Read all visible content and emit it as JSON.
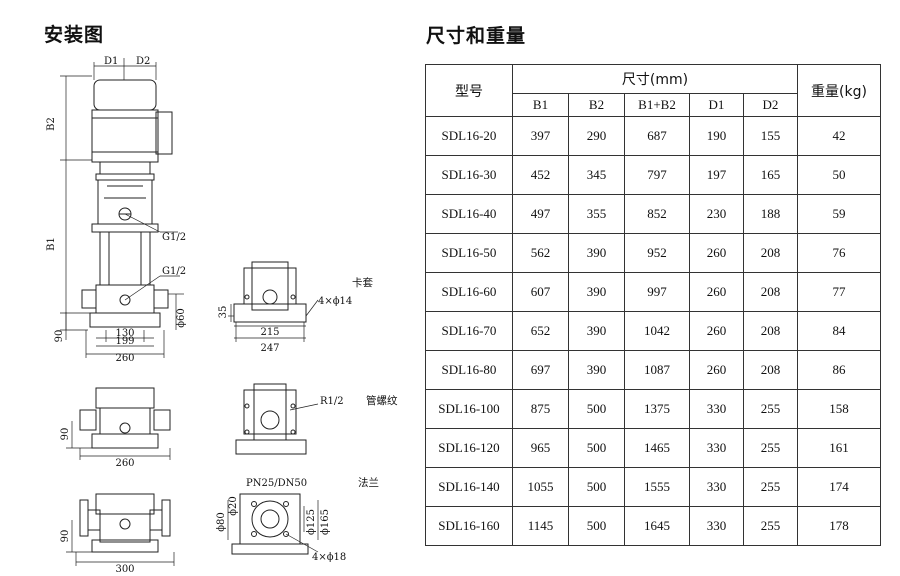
{
  "left_title": "安装图",
  "right_title": "尺寸和重量",
  "drawing": {
    "d1": "D1",
    "d2": "D2",
    "b1": "B1",
    "b2": "B2",
    "g_half": "G1/2",
    "dim_90": "90",
    "dim_130": "130",
    "dim_199": "199",
    "dim_260": "260",
    "dim_60": "ϕ60",
    "dim_35": "35",
    "dim_215": "215",
    "dim_247": "247",
    "hole_14": "4×ϕ14",
    "clamp": "卡套",
    "thread": "管螺纹",
    "r12": "R1/2",
    "flange": "法兰",
    "dim_300": "300",
    "pn": "PN25/DN50",
    "dim_20": "ϕ20",
    "dim_80": "ϕ80",
    "dim_125": "ϕ125",
    "dim_165": "ϕ165",
    "hole_18": "4×ϕ18"
  },
  "table": {
    "col_model": "型号",
    "col_size": "尺寸(mm)",
    "col_weight": "重量(kg)",
    "sub": [
      "B1",
      "B2",
      "B1+B2",
      "D1",
      "D2"
    ],
    "rows": [
      {
        "model": "SDL16-20",
        "b1": "397",
        "b2": "290",
        "b12": "687",
        "d1": "190",
        "d2": "155",
        "w": "42"
      },
      {
        "model": "SDL16-30",
        "b1": "452",
        "b2": "345",
        "b12": "797",
        "d1": "197",
        "d2": "165",
        "w": "50"
      },
      {
        "model": "SDL16-40",
        "b1": "497",
        "b2": "355",
        "b12": "852",
        "d1": "230",
        "d2": "188",
        "w": "59"
      },
      {
        "model": "SDL16-50",
        "b1": "562",
        "b2": "390",
        "b12": "952",
        "d1": "260",
        "d2": "208",
        "w": "76"
      },
      {
        "model": "SDL16-60",
        "b1": "607",
        "b2": "390",
        "b12": "997",
        "d1": "260",
        "d2": "208",
        "w": "77"
      },
      {
        "model": "SDL16-70",
        "b1": "652",
        "b2": "390",
        "b12": "1042",
        "d1": "260",
        "d2": "208",
        "w": "84"
      },
      {
        "model": "SDL16-80",
        "b1": "697",
        "b2": "390",
        "b12": "1087",
        "d1": "260",
        "d2": "208",
        "w": "86"
      },
      {
        "model": "SDL16-100",
        "b1": "875",
        "b2": "500",
        "b12": "1375",
        "d1": "330",
        "d2": "255",
        "w": "158"
      },
      {
        "model": "SDL16-120",
        "b1": "965",
        "b2": "500",
        "b12": "1465",
        "d1": "330",
        "d2": "255",
        "w": "161"
      },
      {
        "model": "SDL16-140",
        "b1": "1055",
        "b2": "500",
        "b12": "1555",
        "d1": "330",
        "d2": "255",
        "w": "174"
      },
      {
        "model": "SDL16-160",
        "b1": "1145",
        "b2": "500",
        "b12": "1645",
        "d1": "330",
        "d2": "255",
        "w": "178"
      }
    ]
  }
}
